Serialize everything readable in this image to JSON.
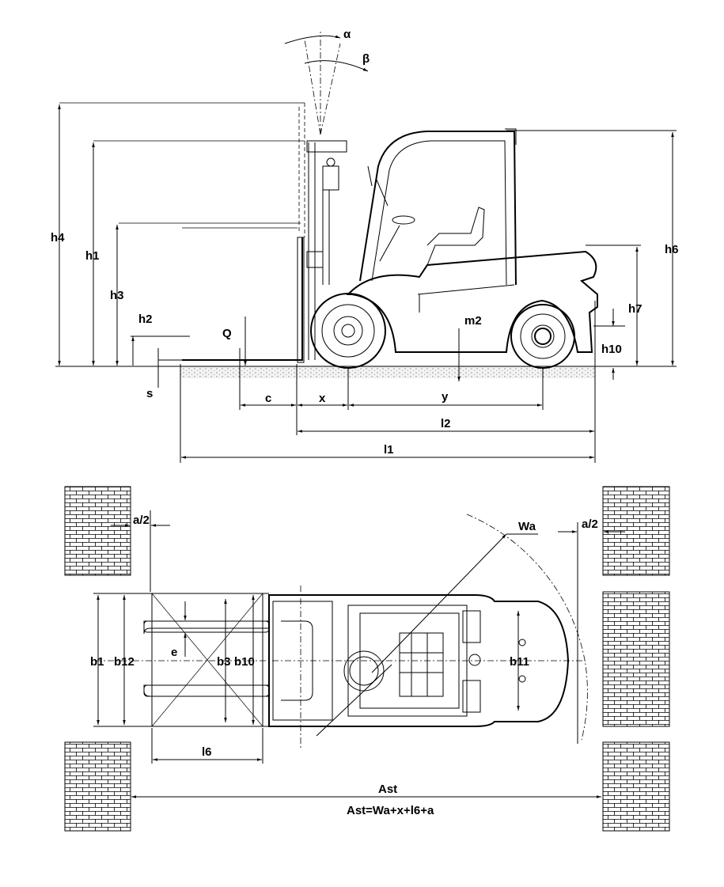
{
  "side_view": {
    "alpha": "α",
    "beta": "β",
    "h4": "h4",
    "h1": "h1",
    "h3": "h3",
    "h2": "h2",
    "Q": "Q",
    "s": "s",
    "c": "c",
    "x": "x",
    "m2": "m2",
    "y": "y",
    "l2": "l2",
    "l1": "l1",
    "h6": "h6",
    "h7": "h7",
    "h10": "h10"
  },
  "top_view": {
    "a2_left": "a/2",
    "Wa": "Wa",
    "a2_right": "a/2",
    "b1": "b1",
    "b12": "b12",
    "e": "e",
    "b3": "b3",
    "b10": "b10",
    "b11": "b11",
    "l6": "l6",
    "Ast": "Ast",
    "formula": "Ast=Wa+x+l6+a"
  }
}
